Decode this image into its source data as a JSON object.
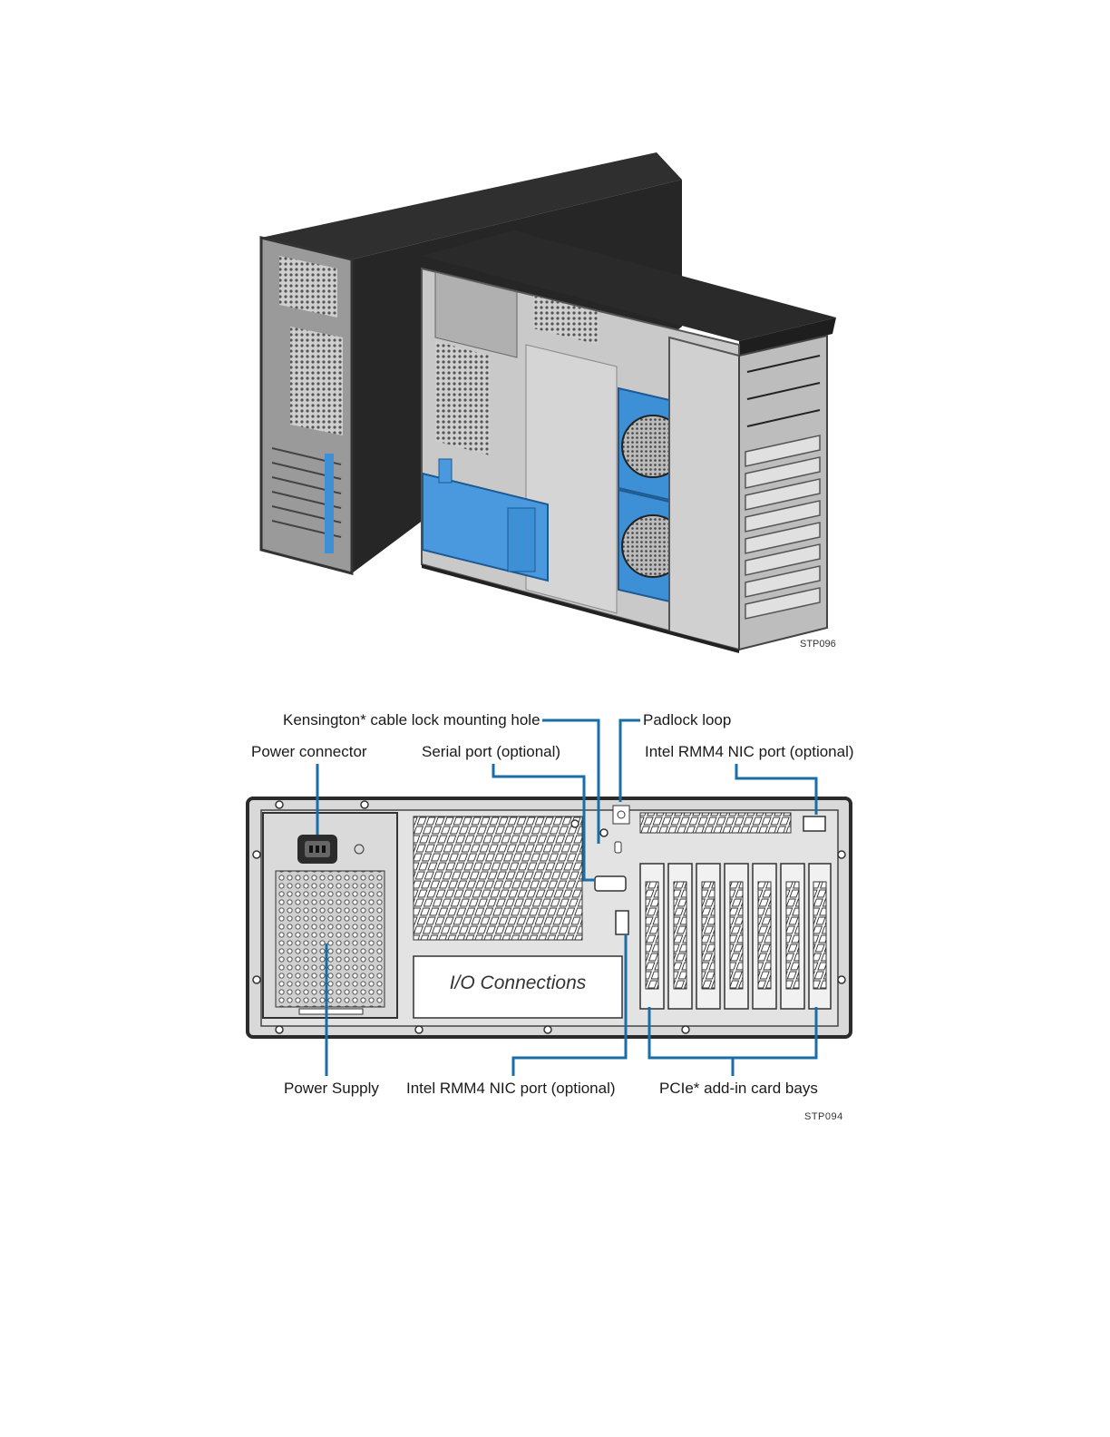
{
  "figure1": {
    "id_label": "STP096"
  },
  "figure2": {
    "id_label": "STP094",
    "panel_label": "I/O Connections",
    "callouts": {
      "kensington": "Kensington* cable lock mounting hole",
      "padlock": "Padlock loop",
      "power_connector": "Power connector",
      "serial_port": "Serial port (optional)",
      "rmm4_top": "Intel RMM4 NIC port (optional)",
      "power_supply": "Power Supply",
      "rmm4_bottom": "Intel RMM4 NIC port (optional)",
      "pcie_bays": "PCIe* add-in card bays"
    }
  },
  "colors": {
    "callout_line": "#1a6ea8",
    "accent_blue": "#3d8fd6",
    "chassis_dark": "#2b2b2b",
    "panel_gray": "#d9d9d9"
  }
}
